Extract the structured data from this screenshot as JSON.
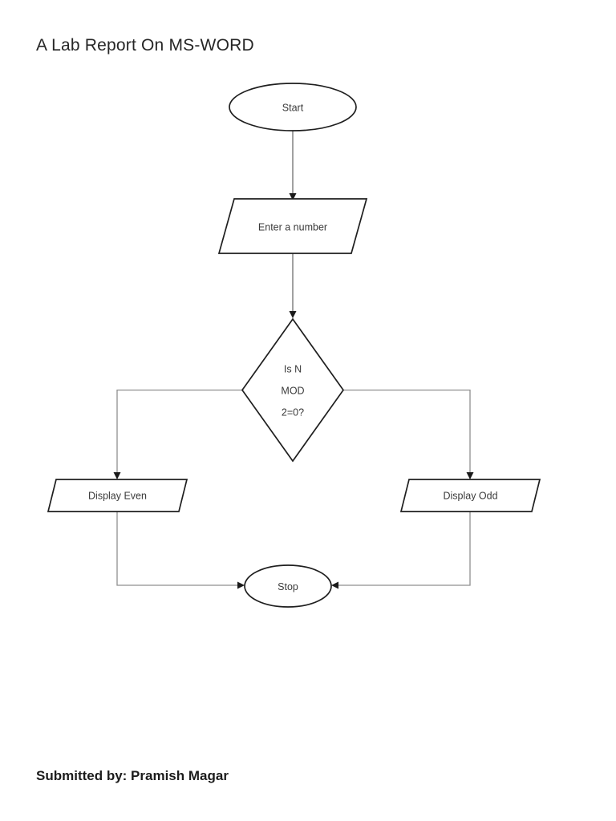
{
  "page": {
    "title": "A Lab Report On MS-WORD",
    "footer": "Submitted by: Pramish Magar"
  },
  "flowchart": {
    "type": "flowchart",
    "nodes": {
      "start": {
        "shape": "terminator",
        "label": "Start"
      },
      "input": {
        "shape": "parallelogram",
        "label": "Enter a number"
      },
      "decision": {
        "shape": "diamond",
        "line1": "Is N",
        "line2": "MOD",
        "line3": "2=0?"
      },
      "display_even": {
        "shape": "parallelogram",
        "label": "Display Even"
      },
      "display_odd": {
        "shape": "parallelogram",
        "label": "Display Odd"
      },
      "stop": {
        "shape": "terminator",
        "label": "Stop"
      }
    },
    "edges": [
      {
        "from": "start",
        "to": "input"
      },
      {
        "from": "input",
        "to": "decision"
      },
      {
        "from": "decision",
        "to": "display_even"
      },
      {
        "from": "decision",
        "to": "display_odd"
      },
      {
        "from": "display_even",
        "to": "stop"
      },
      {
        "from": "display_odd",
        "to": "stop"
      }
    ]
  },
  "colors": {
    "shape_stroke": "#1f1f1f",
    "connector": "#8f8f8f",
    "arrowhead": "#1a1a1a",
    "text": "#3a3a3a",
    "title_text": "#262626",
    "background": "#ffffff"
  }
}
